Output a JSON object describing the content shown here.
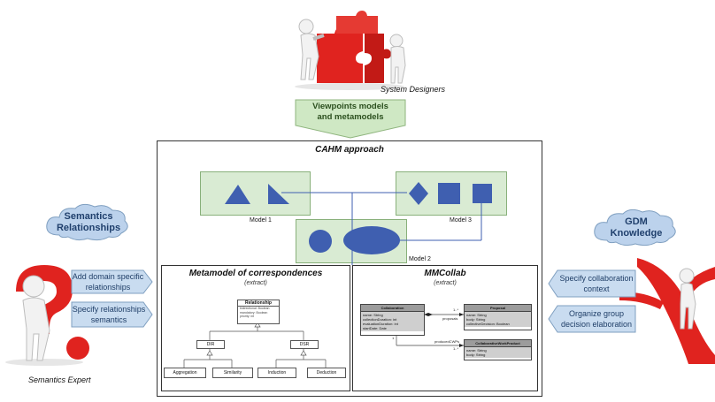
{
  "system_designers": {
    "label": "System Designers"
  },
  "viewpoints_arrow": {
    "line1": "Viewpoints models",
    "line2": "and metamodels"
  },
  "cahm": {
    "title": "CAHM approach"
  },
  "models": {
    "model1": "Model 1",
    "model2": "Model 2",
    "model3": "Model 3"
  },
  "left_cloud": {
    "line1": "Semantics",
    "line2": "Relationships"
  },
  "right_cloud": {
    "line1": "GDM",
    "line2": "Knowledge"
  },
  "left_arrows": {
    "a1_line1": "Add domain specific",
    "a1_line2": "relationships",
    "a2_line1": "Specify relationships",
    "a2_line2": "semantics"
  },
  "right_arrows": {
    "a1_line1": "Specify collaboration",
    "a1_line2": "context",
    "a2_line1": "Organize group",
    "a2_line2": "decision elaboration"
  },
  "semantics_expert": {
    "label": "Semantics Expert"
  },
  "metamodel": {
    "title": "Metamodel of correspondences",
    "subtitle": "(extract)",
    "relationship": {
      "name": "Relationship",
      "attr1": "bidirectional: Boolean",
      "attr2": "mandatory: Boolean",
      "attr3": "priority: int"
    },
    "dir": "DIR",
    "dsr": "DSR",
    "aggregation": "Aggregation",
    "similarity": "Similarity",
    "induction": "Induction",
    "deduction": "Deduction"
  },
  "mmcollab": {
    "title": "MMCollab",
    "subtitle": "(extract)",
    "collaboration": {
      "name": "Collaboration",
      "attrs": [
        "name: String",
        "collectionDuration: int",
        "evaluationDuration: int",
        "startDate: Date"
      ]
    },
    "proposal": {
      "name": "Proposal",
      "attrs": [
        "name: String",
        "body: String",
        "collectiveDecision: Boolean"
      ]
    },
    "cwp": {
      "name": "CollaborativeWorkProduct",
      "attrs": [
        "name: String",
        "body: String"
      ]
    },
    "proposals_label": "proposals",
    "produced_label": "producedCWPs",
    "mult_1_top": "1..*",
    "mult_1_bottom": "1",
    "mult_2": "1..*"
  },
  "colors": {
    "green": "#d9ebd3",
    "shape_blue": "#3f5fb0",
    "arrow_blue": "#c9dcf0",
    "red": "#e0231f"
  }
}
